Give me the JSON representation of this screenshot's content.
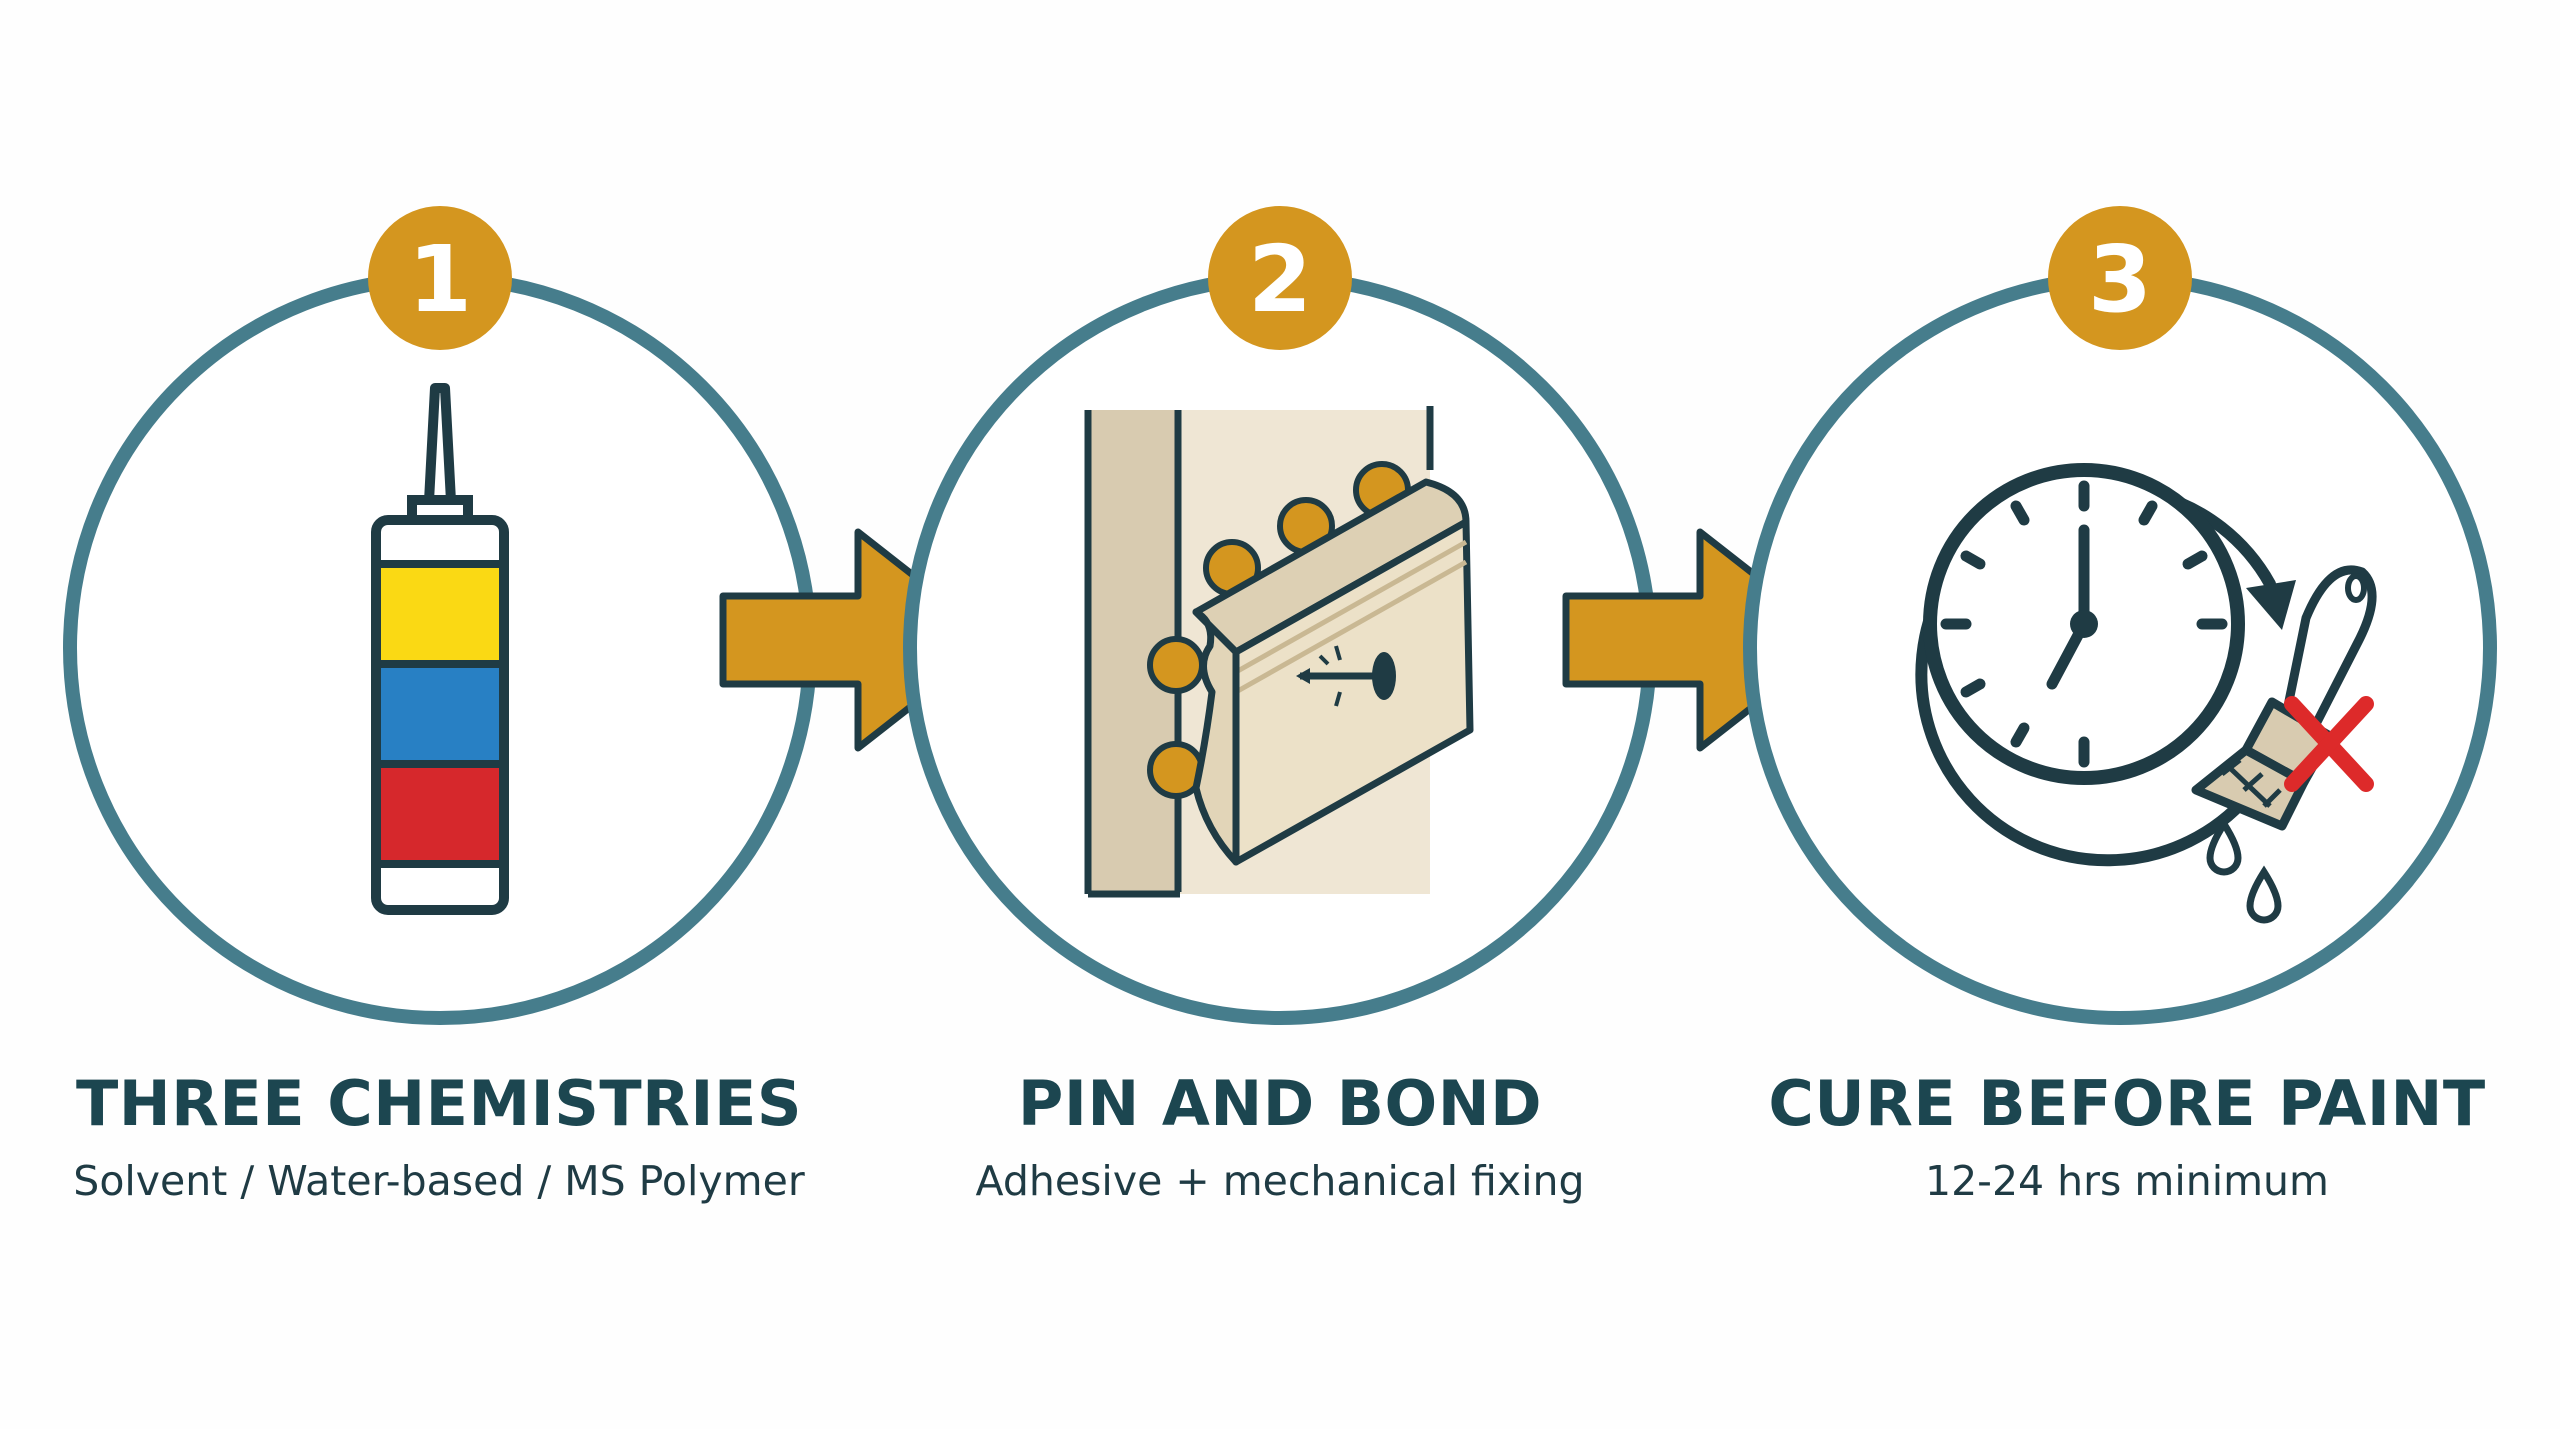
{
  "steps": [
    {
      "number": "1",
      "title": "THREE CHEMISTRIES",
      "subtitle": "Solvent / Water-based / MS Polymer",
      "icon": "caulk-tube-icon"
    },
    {
      "number": "2",
      "title": "PIN AND BOND",
      "subtitle": "Adhesive + mechanical fixing",
      "icon": "skirting-board-pin-icon"
    },
    {
      "number": "3",
      "title": "CURE BEFORE PAINT",
      "subtitle": "12-24 hrs minimum",
      "icon": "clock-paintbrush-icon"
    }
  ],
  "colors": {
    "ring": "#467d8c",
    "badge": "#d4961f",
    "arrow": "#d4961f",
    "text": "#1c4650",
    "tube_yellow": "#fad914",
    "tube_blue": "#2880c4",
    "tube_red": "#d6282c",
    "wood": "#ece1c8",
    "wall": "#d8cbb0",
    "cross_red": "#dd2a2a"
  }
}
